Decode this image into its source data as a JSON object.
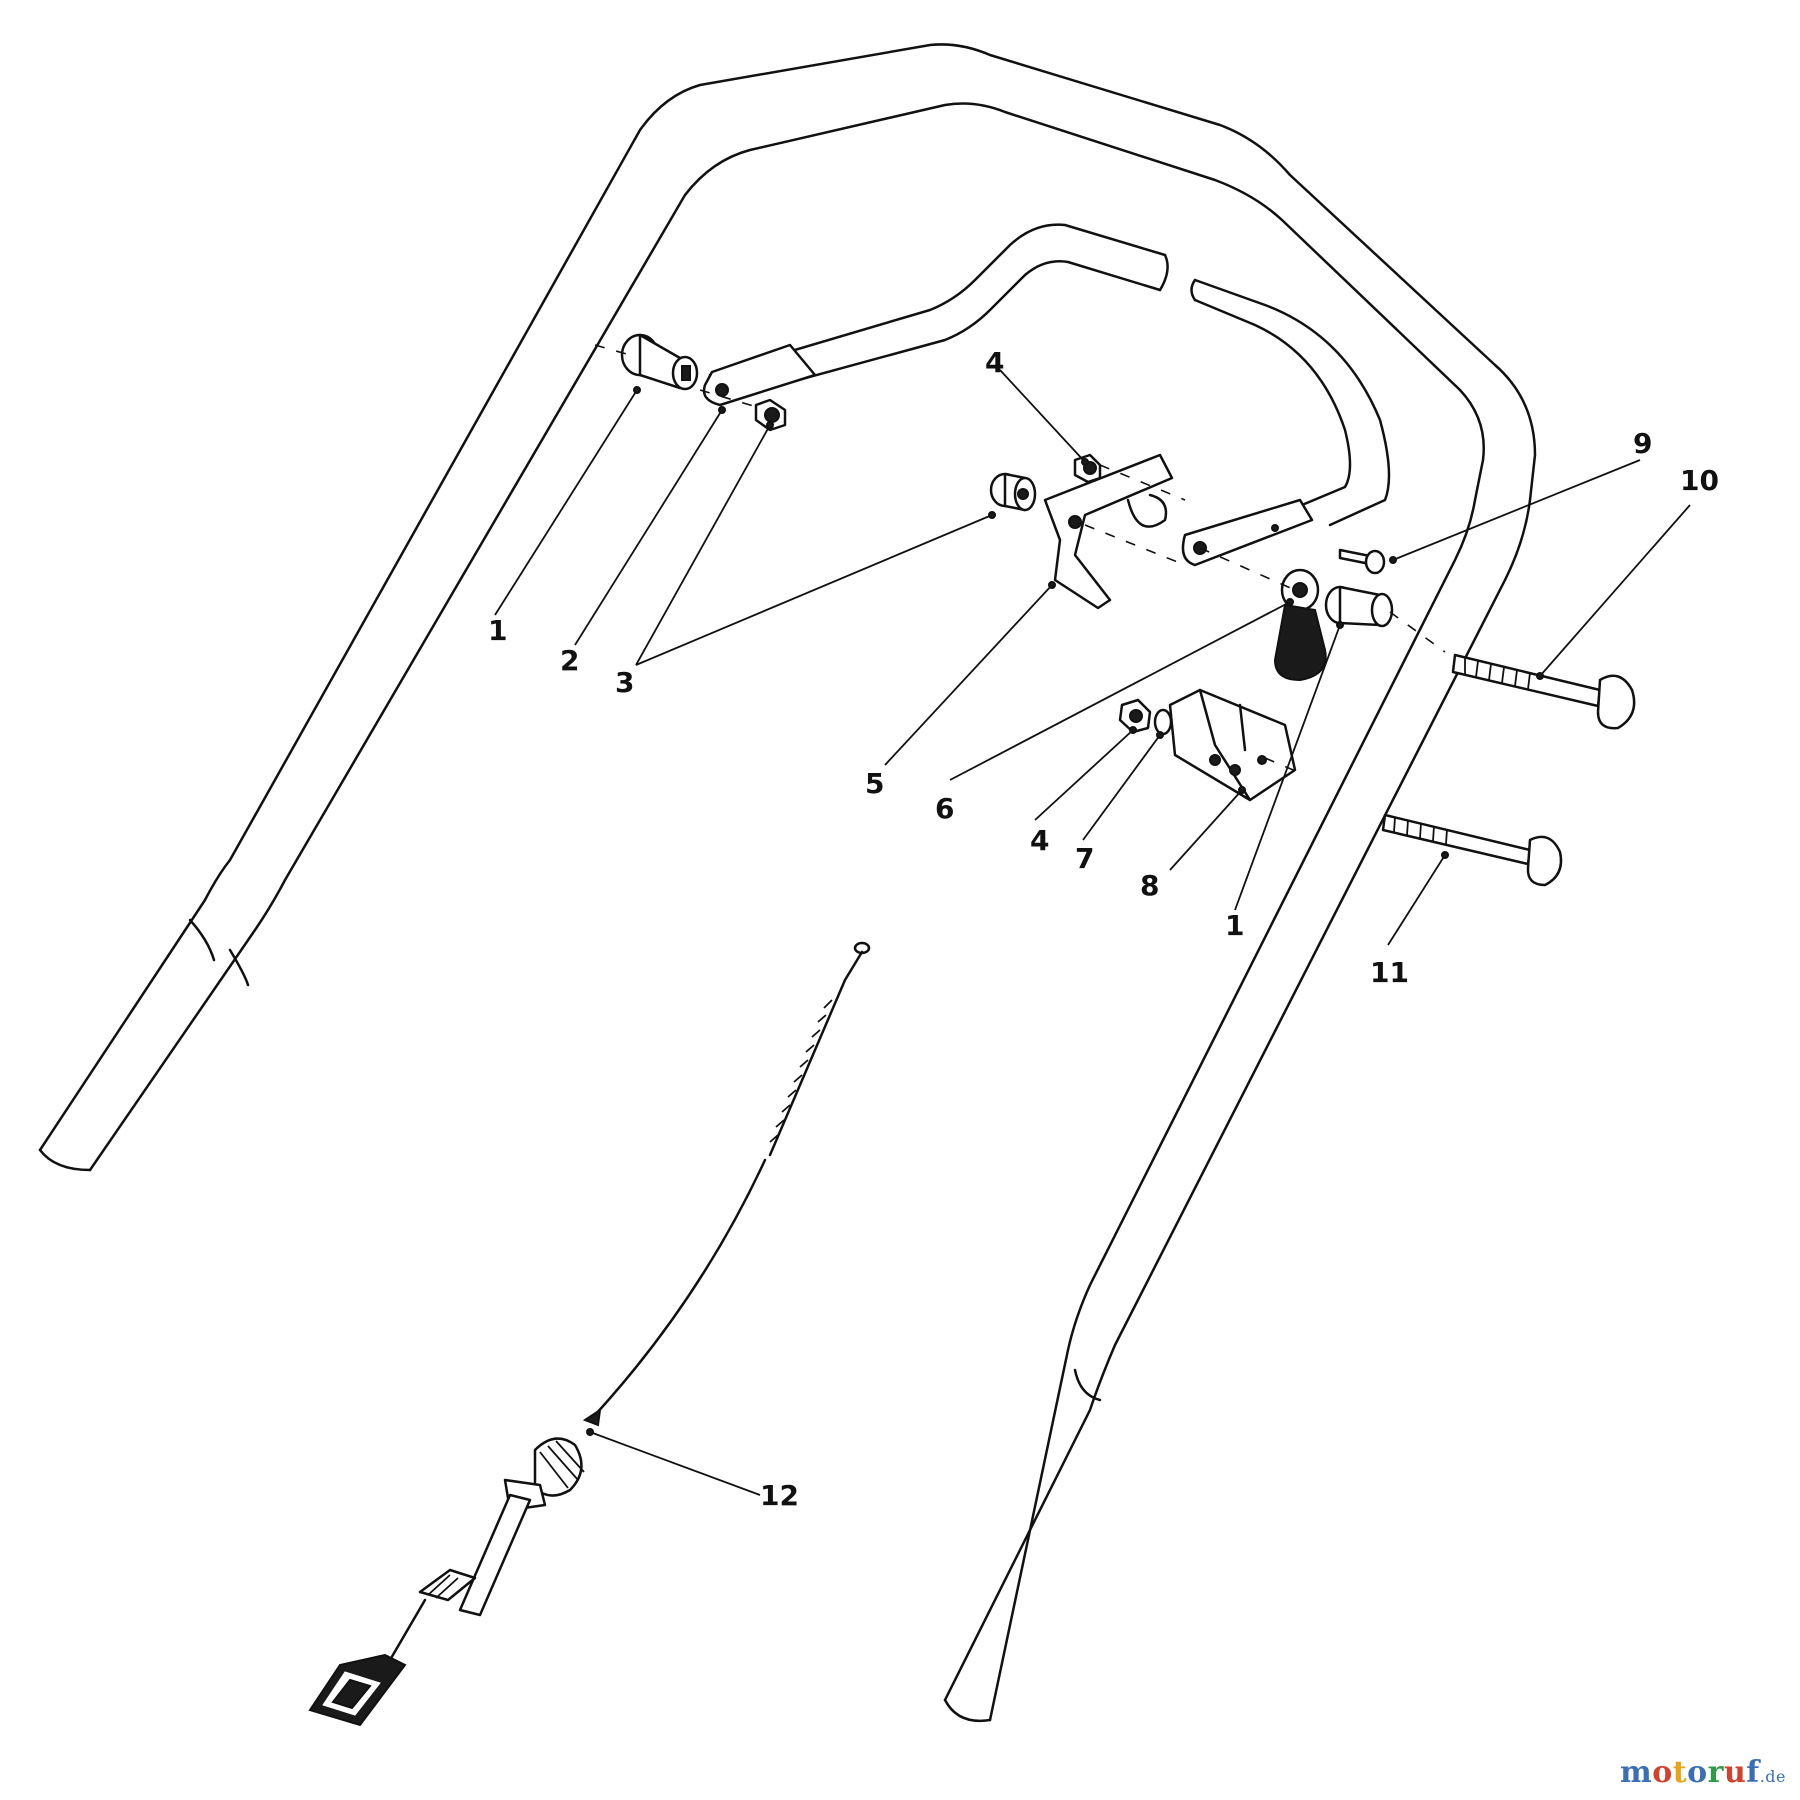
{
  "callouts": [
    {
      "id": "c1a",
      "text": "1"
    },
    {
      "id": "c2",
      "text": "2"
    },
    {
      "id": "c3",
      "text": "3"
    },
    {
      "id": "c4a",
      "text": "4"
    },
    {
      "id": "c5",
      "text": "5"
    },
    {
      "id": "c6",
      "text": "6"
    },
    {
      "id": "c4b",
      "text": "4"
    },
    {
      "id": "c7",
      "text": "7"
    },
    {
      "id": "c8",
      "text": "8"
    },
    {
      "id": "c1b",
      "text": "1"
    },
    {
      "id": "c9",
      "text": "9"
    },
    {
      "id": "c10",
      "text": "10"
    },
    {
      "id": "c11",
      "text": "11"
    },
    {
      "id": "c12",
      "text": "12"
    }
  ],
  "watermark": {
    "letters": [
      "m",
      "o",
      "t",
      "o",
      "r",
      "u",
      "f"
    ],
    "suffix": ".de",
    "colors": [
      "#3a6fb5",
      "#d4402c",
      "#e8a317",
      "#3a6fb5",
      "#2e9b48",
      "#d4402c",
      "#3a6fb5"
    ]
  }
}
